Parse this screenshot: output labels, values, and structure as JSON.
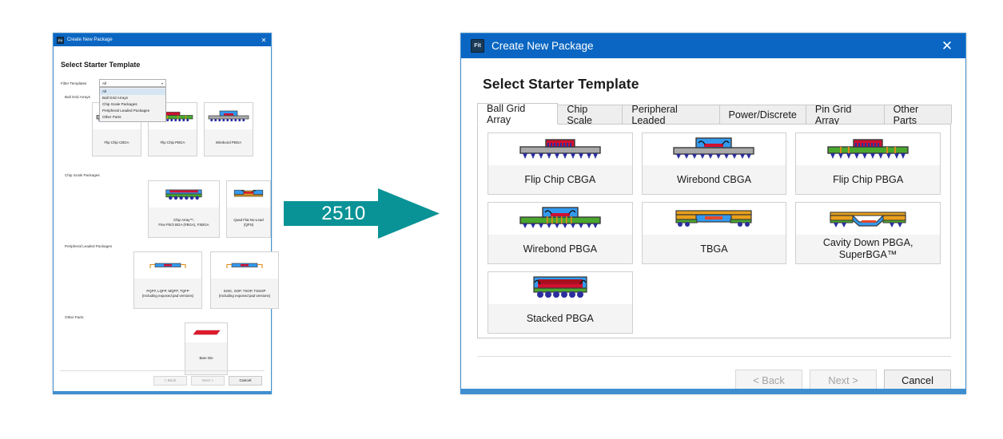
{
  "canvas": {
    "background": "#ffffff",
    "accent_teal": "#0a9396",
    "accent_blue": "#0a66c2",
    "border_blue": "#3f8fd0"
  },
  "arrow": {
    "label": "2510",
    "color": "#0a9396",
    "name": "process-arrow"
  },
  "left_dialog": {
    "title": "Create New Package",
    "icon": "app-icon",
    "close": "✕",
    "heading": "Select Starter Template",
    "filter": {
      "label": "Filter Templates",
      "value": "All",
      "caret": "▾",
      "options": [
        "All",
        "Ball Grid Arrays",
        "Chip Scale Packages",
        "Peripheral Leaded Packages",
        "Other Parts"
      ],
      "selected_index": 0
    },
    "groups": [
      {
        "label": "Ball Grid Arrays",
        "items": [
          {
            "caption": "Flip Chip CBGA",
            "art": "cbga-flipchip"
          },
          {
            "caption": "Flip Chip PBGA",
            "art": "pbga-flipchip"
          },
          {
            "caption": "Wirebond PBGA",
            "art": "cbga-wirebond"
          }
        ]
      },
      {
        "label": "Chip Scale Packages",
        "items": [
          {
            "caption": "Chip Array™,\nFine Pitch BGA (FBGA), FSBGA",
            "art": "fbga"
          },
          {
            "caption": "Quad Flat No-Lead (QFN)",
            "art": "qfn"
          }
        ]
      },
      {
        "label": "Peripheral Leaded Packages",
        "items": [
          {
            "caption": "PQFP, LQFP, MQFP, TQFP\n(Including exposed pad versions)",
            "art": "qfp"
          },
          {
            "caption": "SOIC, SOP, TSOP, TSSOP\n(Including exposed pad versions)",
            "art": "soic"
          }
        ]
      },
      {
        "label": "Other Parts",
        "items": [
          {
            "caption": "Bare Die",
            "art": "baredie"
          }
        ]
      }
    ],
    "buttons": [
      {
        "label": "< Back",
        "disabled": true,
        "name": "back-button"
      },
      {
        "label": "Next >",
        "disabled": true,
        "name": "next-button"
      },
      {
        "label": "Cancel",
        "disabled": false,
        "name": "cancel-button"
      }
    ]
  },
  "right_dialog": {
    "title": "Create New Package",
    "icon": "app-icon",
    "close": "✕",
    "heading": "Select Starter Template",
    "tabs": [
      {
        "label": "Ball Grid Array",
        "active": true
      },
      {
        "label": "Chip Scale",
        "active": false
      },
      {
        "label": "Peripheral Leaded",
        "active": false
      },
      {
        "label": "Power/Discrete",
        "active": false
      },
      {
        "label": "Pin Grid Array",
        "active": false
      },
      {
        "label": "Other Parts",
        "active": false
      }
    ],
    "cards": [
      {
        "caption": "Flip Chip CBGA",
        "art": "cbga-flipchip"
      },
      {
        "caption": "Wirebond CBGA",
        "art": "cbga-wirebond"
      },
      {
        "caption": "Flip Chip PBGA",
        "art": "pbga-flipchip"
      },
      {
        "caption": "Wirebond PBGA",
        "art": "pbga-wirebond"
      },
      {
        "caption": "TBGA",
        "art": "tbga"
      },
      {
        "caption": "Cavity Down PBGA,\nSuperBGA™",
        "art": "cavity-down"
      },
      {
        "caption": "Stacked PBGA",
        "art": "stacked-pbga"
      }
    ],
    "buttons": [
      {
        "label": "< Back",
        "disabled": true,
        "name": "back-button"
      },
      {
        "label": "Next >",
        "disabled": true,
        "name": "next-button"
      },
      {
        "label": "Cancel",
        "disabled": false,
        "name": "cancel-button"
      }
    ]
  }
}
